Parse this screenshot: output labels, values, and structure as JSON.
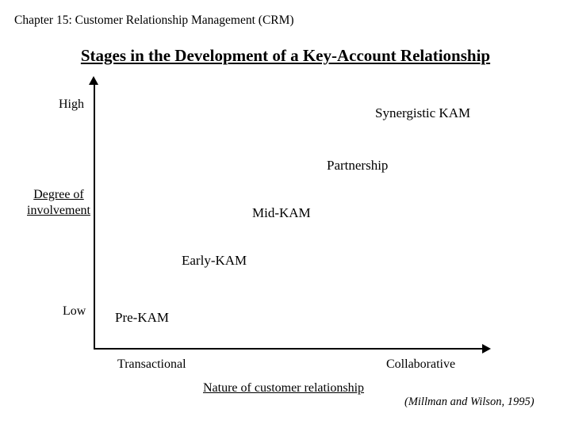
{
  "header": {
    "chapter": "Chapter 15: Customer Relationship Management (CRM)"
  },
  "title": "Stages in the Development of a Key-Account Relationship",
  "chart_data": {
    "type": "scatter",
    "title": "Stages in the Development of a Key-Account Relationship",
    "xlabel": "Nature of customer relationship",
    "ylabel": "Degree of involvement",
    "x_tick_labels": [
      "Transactional",
      "Collaborative"
    ],
    "y_tick_labels": [
      "High",
      "Low"
    ],
    "grid": false,
    "legend": null,
    "annotations": [
      {
        "label": "Synergistic KAM",
        "x": "high",
        "y": "high"
      },
      {
        "label": "Partnership",
        "x": "medium-high",
        "y": "medium-high"
      },
      {
        "label": "Mid-KAM",
        "x": "medium",
        "y": "medium"
      },
      {
        "label": "Early-KAM",
        "x": "medium-low",
        "y": "medium-low"
      },
      {
        "label": "Pre-KAM",
        "x": "low",
        "y": "low"
      }
    ]
  },
  "axes": {
    "y_high": "High",
    "y_low": "Low",
    "y_title": "Degree of involvement",
    "x_left": "Transactional",
    "x_right": "Collaborative",
    "x_title": "Nature of customer relationship"
  },
  "stages": [
    {
      "label": "Synergistic KAM"
    },
    {
      "label": "Partnership"
    },
    {
      "label": "Mid-KAM"
    },
    {
      "label": "Early-KAM"
    },
    {
      "label": "Pre-KAM"
    }
  ],
  "source": "(Millman and Wilson, 1995)",
  "colors": {
    "background": "#ffffff",
    "text": "#000000",
    "axis": "#000000"
  }
}
